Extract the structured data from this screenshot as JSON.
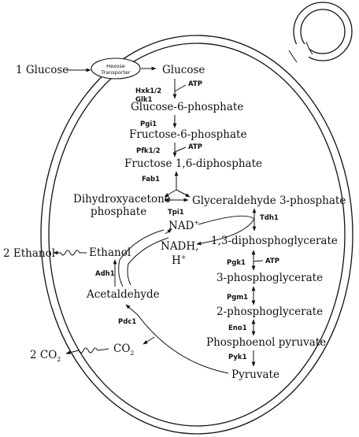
{
  "external": {
    "glucose_in": "1 Glucose",
    "ethanol_out": "2 Ethanol",
    "co2_out_prefix": "2 CO",
    "co2_out_sub": "2"
  },
  "transporter": {
    "line1": "Hexose",
    "line2": "Transporter"
  },
  "metabolites": {
    "glucose": "Glucose",
    "g6p": "Glucose-6-phosphate",
    "f6p": "Fructose-6-phosphate",
    "f16dp": "Fructose 1,6-diphosphate",
    "dhap_line1": "Dihydroxyacetone",
    "dhap_line2": "phosphate",
    "g3p": "Glyceraldehyde 3-phosphate",
    "nad": "NAD",
    "nad_sup": "+",
    "nadh": "NADH,",
    "h": "H",
    "h_sup": "+",
    "bpg": "1,3-diphosphoglycerate",
    "pg3": "3-phosphoglycerate",
    "pg2": "2-phosphoglycerate",
    "pep": "Phosphoenol pyruvate",
    "pyruvate": "Pyruvate",
    "ethanol": "Ethanol",
    "acetaldehyde": "Acetaldehyde",
    "co2": "CO",
    "co2_sub": "2"
  },
  "enzymes": {
    "hxk_line1": "Hxk1/2",
    "hxk_line2": "Glk1",
    "pgi": "Pgi1",
    "pfk": "Pfk1/2",
    "fba": "Fab1",
    "tpi": "Tpi1",
    "tdh": "Tdh1",
    "pgk": "Pgk1",
    "pgm": "Pgm1",
    "eno": "Eno1",
    "pyk": "Pyk1",
    "pdc": "Pdc1",
    "adh": "Adh1"
  },
  "cofactors": {
    "atp_hxk": "ATP",
    "atp_pfk": "ATP",
    "atp_pgk": "ATP"
  }
}
